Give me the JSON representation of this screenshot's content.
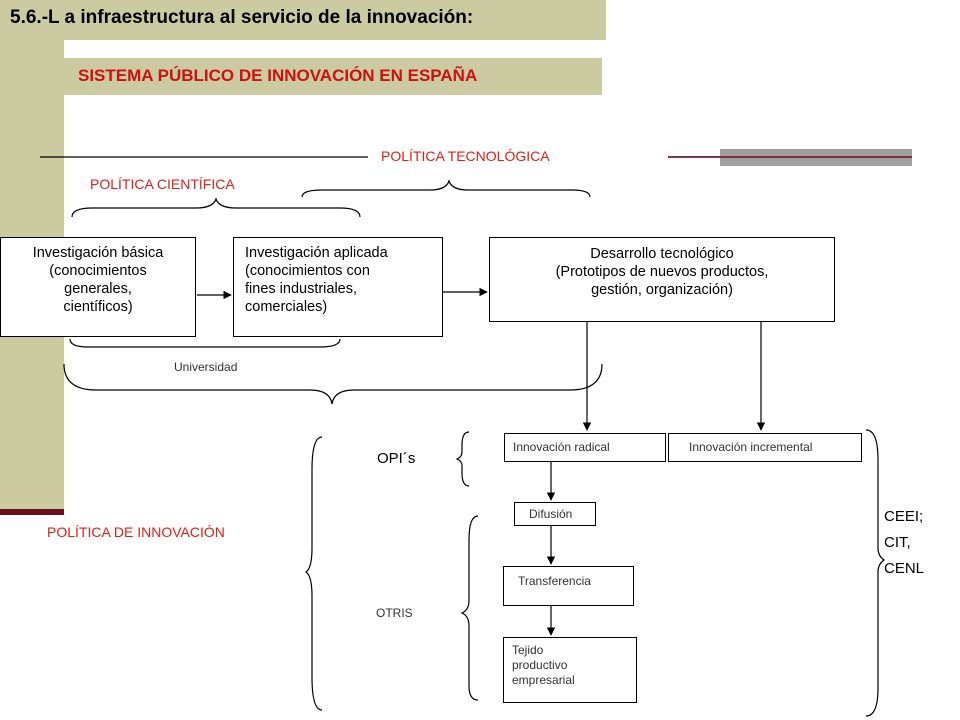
{
  "header": {
    "title": "5.6.-L a infraestructura al servicio de la innovación:",
    "subtitle": "SISTEMA PÚBLICO DE INNOVACIÓN EN ESPAÑA"
  },
  "policies": {
    "tecnologica": "POLÍTICA TECNOLÓGICA",
    "cientifica": "POLÍTICA CIENTÍFICA",
    "innovacion": "POLÍTICA DE INNOVACIÓN"
  },
  "boxes": {
    "basica": {
      "title": "Investigación básica",
      "lines": [
        "(conocimientos",
        "generales,",
        "científicos)"
      ]
    },
    "aplicada": {
      "title": "Investigación aplicada",
      "lines": [
        "(conocimientos con",
        "fines industriales,",
        "comerciales)"
      ]
    },
    "desarrollo": {
      "title": "Desarrollo tecnológico",
      "lines": [
        "(Prototipos de nuevos productos,",
        "gestión, organización)"
      ]
    }
  },
  "labels": {
    "universidad": "Universidad",
    "opis": "OPI´s",
    "otris": "OTRIS",
    "ceei": "CEEI;",
    "cit": "CIT,",
    "cenl": "CENL"
  },
  "small_boxes": {
    "radical": "Innovación radical",
    "incremental": "Innovación incremental",
    "difusion": "Difusión",
    "transferencia": "Transferencia",
    "tejido": [
      "Tejido",
      "productivo",
      "empresarial"
    ]
  },
  "colors": {
    "sidebar": "#cbcaa0",
    "accent_red": "#e0201a",
    "dark_red": "#6a0f1d",
    "grey_bar": "#a0a0a0"
  }
}
